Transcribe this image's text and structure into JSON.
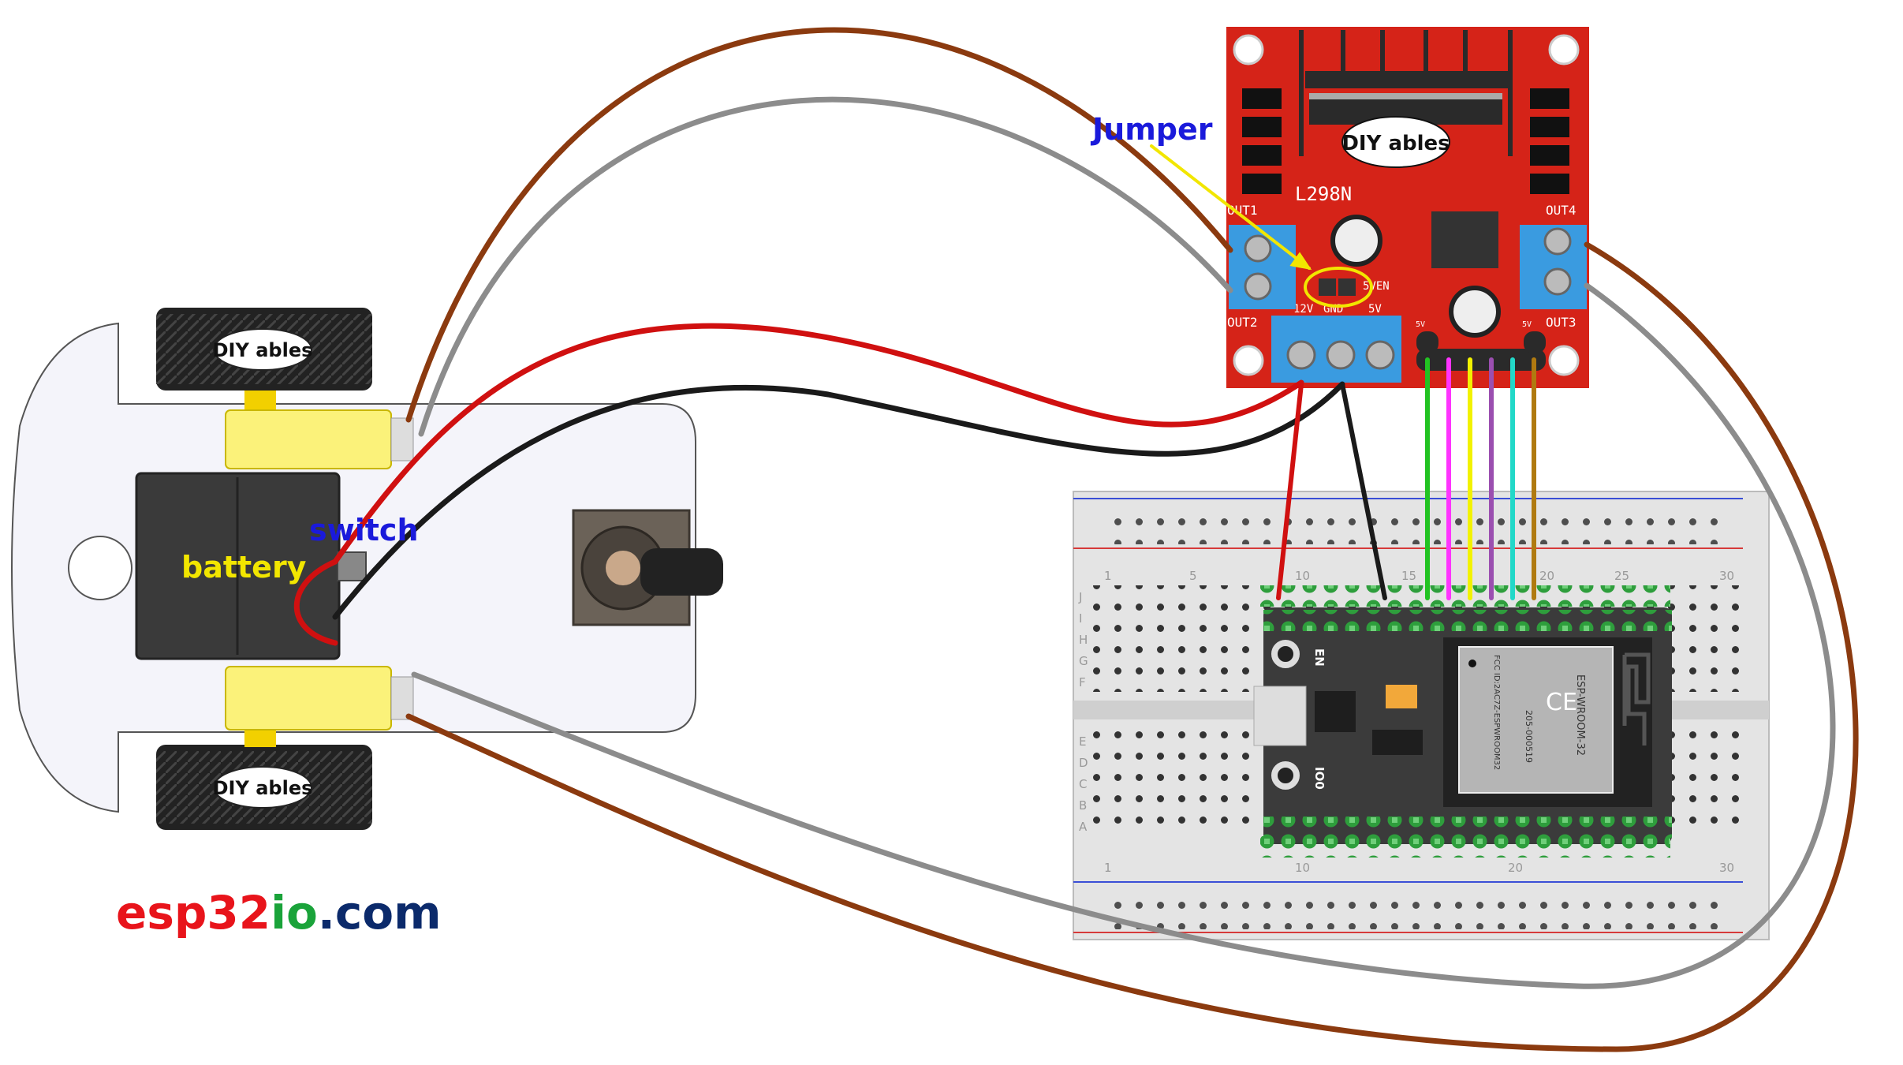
{
  "annotations": {
    "jumper": "Jumper",
    "switch": "switch",
    "battery": "battery"
  },
  "brand": {
    "part1": "esp32",
    "part2": "io",
    "part3": ".com",
    "colors": {
      "part1": "#e8141b",
      "part2": "#1aa33a",
      "part3": "#0b2a6b"
    }
  },
  "l298n": {
    "title": "L298N",
    "out1": "OUT1",
    "out2": "OUT2",
    "out3": "OUT3",
    "out4": "OUT4",
    "v12": "12V",
    "gnd": "GND",
    "v5": "5V",
    "en5v": "5VEN",
    "pin5v": "5V",
    "logo": "DIY ables"
  },
  "esp32": {
    "en": "EN",
    "io0": "IO0",
    "module": "ESP-WROOM-32",
    "fcc": "FCC ID:2AC7Z-ESPWROOM32",
    "cert": "205-000519"
  },
  "breadboard": {
    "col_labels": [
      "1",
      "5",
      "10",
      "15",
      "20",
      "25",
      "30"
    ],
    "row_labels_top": [
      "J",
      "I",
      "H",
      "G",
      "F"
    ],
    "row_labels_bottom": [
      "E",
      "D",
      "C",
      "B",
      "A"
    ]
  },
  "wire_colors": {
    "motor_a": "#8b3a0f",
    "motor_b": "#8c8c8c",
    "power": "#d01010",
    "ground": "#1a1a1a",
    "signals": [
      "#22c322",
      "#ff33ff",
      "#f2f200",
      "#9b4fb0",
      "#22d8c8",
      "#b07a10"
    ]
  }
}
